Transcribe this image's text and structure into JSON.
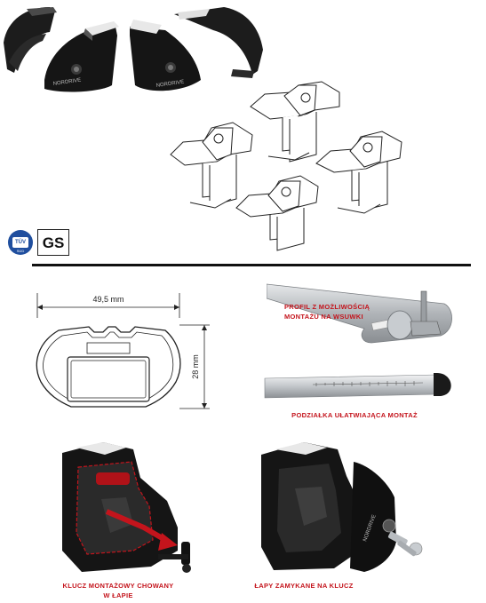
{
  "brand": {
    "logo_text": "NORDRIVE"
  },
  "certifications": {
    "tuv_line1": "TÜV",
    "tuv_line2": "SÜD",
    "gs": "GS"
  },
  "profile": {
    "width_label": "49,5 mm",
    "height_label": "28 mm"
  },
  "captions": {
    "profile_slot_line1": "PROFIL Z MOŻLIWOŚCIĄ",
    "profile_slot_line2": "MONTAŻU NA WSUWKI",
    "scale": "PODZIAŁKA UŁATWIAJĄCA MONTAŻ",
    "hidden_key_line1": "KLUCZ MONTAŻOWY CHOWANY",
    "hidden_key_line2": "W ŁAPIE",
    "locked_feet": "ŁAPY ZAMYKANE NA KLUCZ"
  },
  "colors": {
    "accent_red": "#c4141c",
    "foot_black": "#1a1a1a",
    "bar_silver": "#b9bdc2"
  }
}
